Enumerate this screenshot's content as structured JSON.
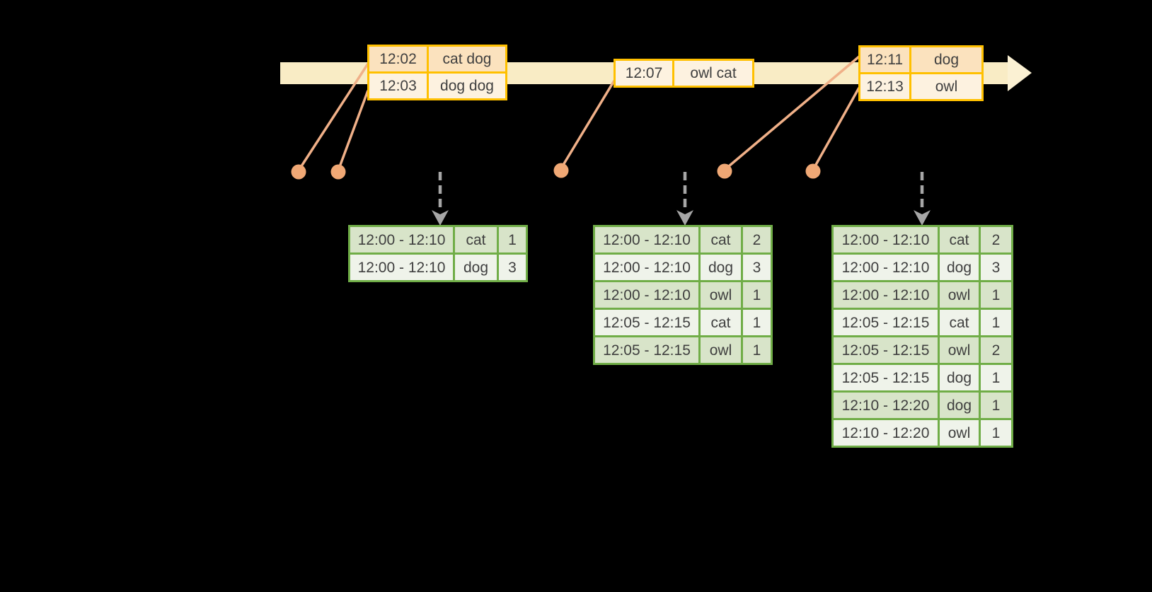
{
  "colors": {
    "background": "#000000",
    "text": "#3F3F3F",
    "timeline_bar": "#F9ECC5",
    "timeline_head": "#FBF1D3",
    "event_border": "#FFC000",
    "event_row_dark": "#FBE2BE",
    "event_row_light": "#FDF2E0",
    "connector_line": "#F0B088",
    "event_dot": "#F0A875",
    "trigger_arrow": "#A6A6A6",
    "result_border": "#70AD47",
    "result_row_dark": "#D8E4C9",
    "result_row_light": "#EFF3EA"
  },
  "event_tables": [
    {
      "rows": [
        {
          "time": "12:02",
          "words": "cat dog"
        },
        {
          "time": "12:03",
          "words": "dog dog"
        }
      ]
    },
    {
      "rows": [
        {
          "time": "12:07",
          "words": "owl cat"
        }
      ]
    },
    {
      "rows": [
        {
          "time": "12:11",
          "words": "dog"
        },
        {
          "time": "12:13",
          "words": "owl"
        }
      ]
    }
  ],
  "result_tables": [
    {
      "rows": [
        {
          "window": "12:00 - 12:10",
          "word": "cat",
          "count": "1"
        },
        {
          "window": "12:00 - 12:10",
          "word": "dog",
          "count": "3"
        }
      ]
    },
    {
      "rows": [
        {
          "window": "12:00 - 12:10",
          "word": "cat",
          "count": "2"
        },
        {
          "window": "12:00 - 12:10",
          "word": "dog",
          "count": "3"
        },
        {
          "window": "12:00 - 12:10",
          "word": "owl",
          "count": "1"
        },
        {
          "window": "12:05 - 12:15",
          "word": "cat",
          "count": "1"
        },
        {
          "window": "12:05 - 12:15",
          "word": "owl",
          "count": "1"
        }
      ]
    },
    {
      "rows": [
        {
          "window": "12:00 - 12:10",
          "word": "cat",
          "count": "2"
        },
        {
          "window": "12:00 - 12:10",
          "word": "dog",
          "count": "3"
        },
        {
          "window": "12:00 - 12:10",
          "word": "owl",
          "count": "1"
        },
        {
          "window": "12:05 - 12:15",
          "word": "cat",
          "count": "1"
        },
        {
          "window": "12:05 - 12:15",
          "word": "owl",
          "count": "2"
        },
        {
          "window": "12:05 - 12:15",
          "word": "dog",
          "count": "1"
        },
        {
          "window": "12:10 - 12:20",
          "word": "dog",
          "count": "1"
        },
        {
          "window": "12:10 - 12:20",
          "word": "owl",
          "count": "1"
        }
      ]
    }
  ]
}
